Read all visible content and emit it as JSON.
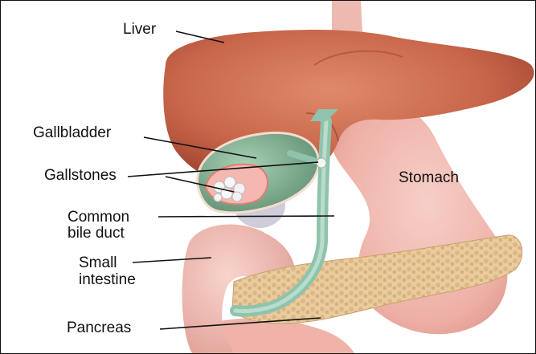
{
  "labels": {
    "liver": "Liver",
    "gallbladder": "Gallbladder",
    "gallstones": "Gallstones",
    "common_bile_duct_1": "Common",
    "common_bile_duct_2": "bile duct",
    "small_intestine_1": "Small",
    "small_intestine_2": "intestine",
    "pancreas": "Pancreas",
    "stomach": "Stomach"
  },
  "colors": {
    "liver": "#c8664a",
    "stomach": "#f0b8b0",
    "gallbladder": "#7fae8e",
    "bile_duct": "#8fc3ad",
    "pancreas": "#e8c89a",
    "intestine": "#f2bcb4"
  }
}
